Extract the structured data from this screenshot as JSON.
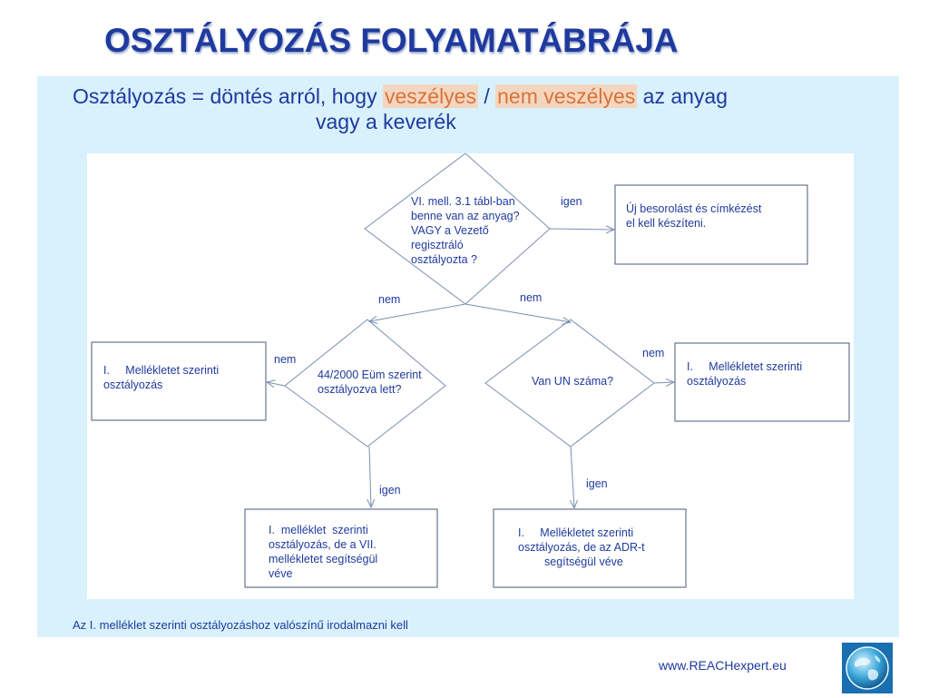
{
  "title": "OSZTÁLYOZÁS FOLYAMATÁBRÁJA",
  "subtitle": {
    "prefix": "Osztályozás = döntés arról, hogy ",
    "hl1": "veszélyes",
    "sep": " / ",
    "hl2": "nem veszélyes",
    "suffix": " az anyag",
    "line2": "vagy a keverék"
  },
  "diagram": {
    "d1": [
      "VI. mell. 3.1 tábl-ban",
      "benne van az anyag?",
      "VAGY  a Vezető",
      "regisztráló",
      "osztályozta  ?"
    ],
    "d2": [
      "44/2000 Eüm szerint",
      "osztályozva lett?"
    ],
    "d3": [
      "Van UN száma?"
    ],
    "box_top_right": [
      "Új besorolást és címkézést",
      "el kell készíteni."
    ],
    "box_left": [
      "I.     Mellékletet szerinti",
      "osztályozás"
    ],
    "box_right": [
      "I.     Mellékletet szerinti",
      "osztályozás"
    ],
    "box_bottom_left": [
      "I.  melléklet  szerinti",
      "osztályozás, de a VII.",
      "mellékletet segítségül",
      "véve"
    ],
    "box_bottom_right": [
      "I.     Mellékletet szerinti",
      "osztályozás, de az ADR-t",
      "segítségül véve"
    ],
    "labels": {
      "igen_top": "igen",
      "nem_left": "nem",
      "nem_right": "nem",
      "nem_d2": "nem",
      "nem_d3": "nem",
      "igen_d2": "igen",
      "igen_d3": "igen"
    }
  },
  "footnote": "Az I. melléklet szerinti osztályozáshoz valószínű irodalmazni kell",
  "url": "www.REACHexpert.eu",
  "logo_icon": "globe-icon"
}
